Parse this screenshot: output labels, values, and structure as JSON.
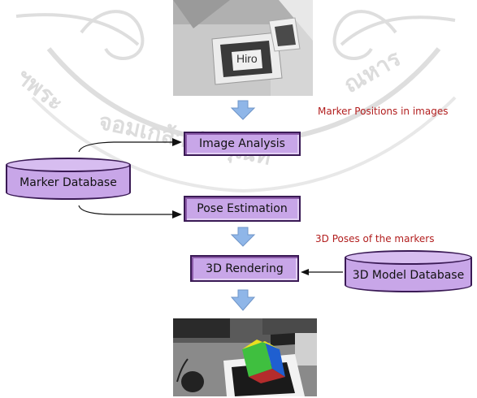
{
  "boxes": {
    "image_analysis": "Image Analysis",
    "pose_estimation": "Pose Estimation",
    "rendering": "3D Rendering"
  },
  "databases": {
    "marker": "Marker Database",
    "model": "3D Model Database"
  },
  "annotations": {
    "marker_positions": "Marker Positions in images",
    "poses": "3D Poses of the markers"
  },
  "photo_top": {
    "marker_text": "Hiro"
  },
  "colors": {
    "box_fill": "#c8a6e8",
    "box_border": "#3a1a55",
    "annotation": "#b21e1e",
    "down_arrow": "#8fb6e8"
  }
}
